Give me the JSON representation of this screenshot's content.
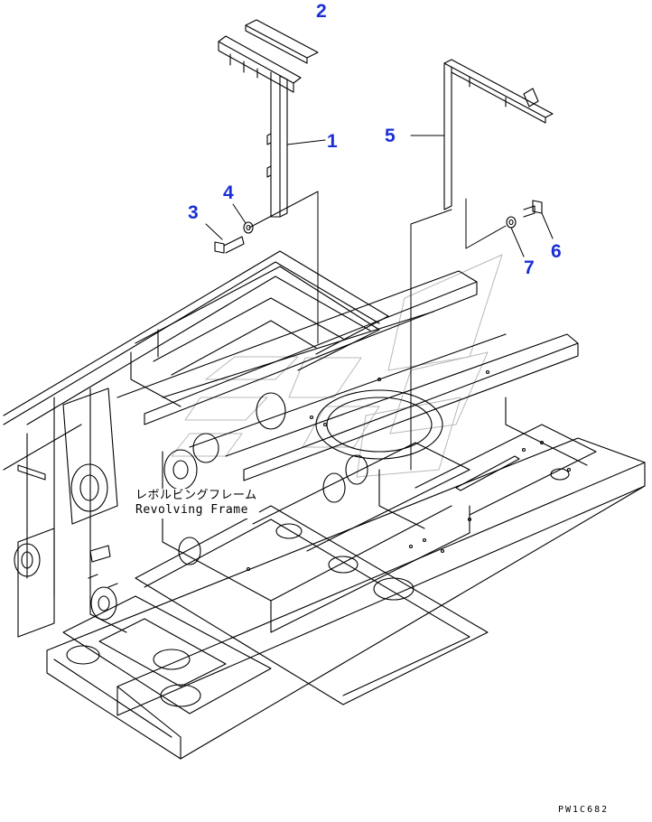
{
  "callouts": [
    "1",
    "2",
    "3",
    "4",
    "5",
    "6",
    "7"
  ],
  "caption": {
    "jp": "レボルビングフレーム",
    "en": "Revolving Frame"
  },
  "drawing_code": "PW1C682",
  "colors": {
    "callout": "#1a2fd6",
    "line": "#000000",
    "watermark": "#b8b8b8",
    "background": "#ffffff"
  }
}
